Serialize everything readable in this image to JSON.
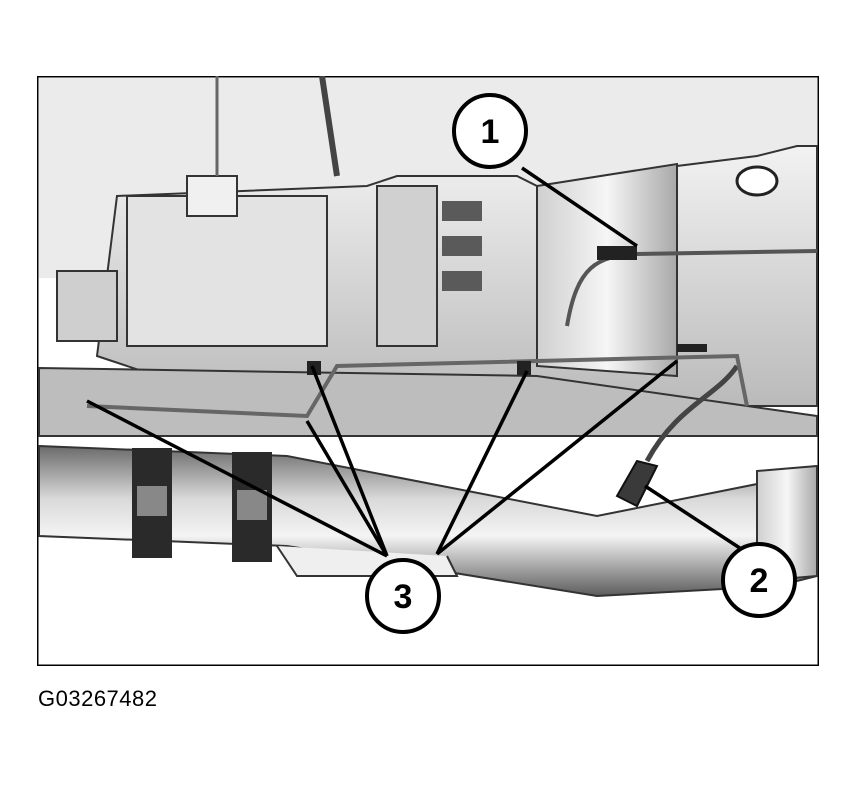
{
  "figure": {
    "id_label": "G03267482",
    "callouts": [
      {
        "label": "1"
      },
      {
        "label": "2"
      },
      {
        "label": "3"
      }
    ]
  }
}
